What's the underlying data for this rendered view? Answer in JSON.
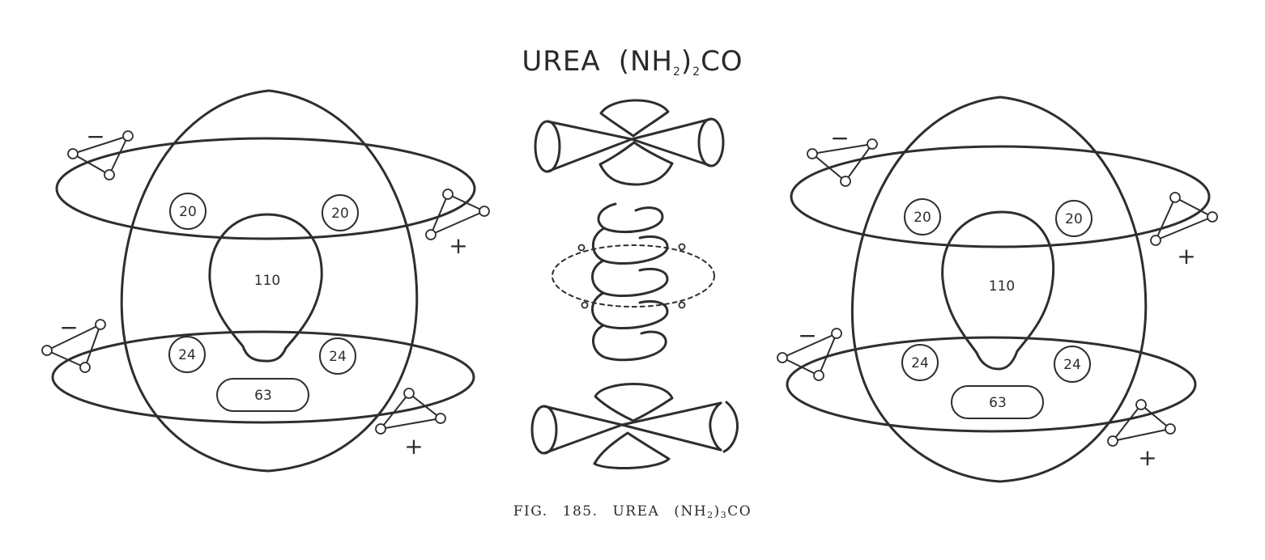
{
  "title": {
    "main": "UREA",
    "f1": "(NH",
    "s1": "2",
    "f2": ")",
    "s2": "2",
    "f3": "CO"
  },
  "caption": {
    "fig": "FIG.",
    "num": "185.",
    "name": "UREA",
    "f1": "(NH",
    "s1": "2",
    "f2": ")",
    "s2": "3",
    "f3": "CO"
  },
  "figures": [
    {
      "labels": {
        "top_left": "20",
        "top_right": "20",
        "center": "110",
        "bottom_left": "24",
        "bottom_right": "24",
        "bottom": "63"
      },
      "signs": {
        "upper_minus": "−",
        "upper_plus": "+",
        "lower_minus": "−",
        "lower_plus": "+"
      }
    },
    {
      "labels": {
        "top_left": "20",
        "top_right": "20",
        "center": "110",
        "bottom_left": "24",
        "bottom_right": "24",
        "bottom": "63"
      },
      "signs": {
        "upper_minus": "−",
        "upper_plus": "+",
        "lower_minus": "−",
        "lower_plus": "+"
      }
    }
  ]
}
